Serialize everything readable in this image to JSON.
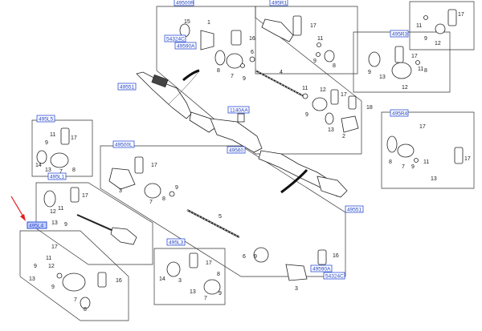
{
  "diagram": {
    "refs": {
      "r_49500r": "49500R",
      "r_49551_a": "49551",
      "r_54324c_a": "54324C",
      "r_49590a_a": "49590A",
      "r_495r1": "495R1",
      "r_495r3": "495R3",
      "r_495r4": "495R4",
      "r_1140aa": "1140AA",
      "r_49560": "49560",
      "r_495l5": "495L5",
      "r_49500l": "49500L",
      "r_495l1": "495L1",
      "r_495l4": "495L4",
      "r_495l3": "495L3",
      "r_49590a_b": "49590A",
      "r_54324c_b": "54324C",
      "r_49551_b": "49551"
    },
    "parts": {
      "p1": "1",
      "p2": "2",
      "p3": "3",
      "p4": "4",
      "p5": "5",
      "p6": "6",
      "p7": "7",
      "p8": "8",
      "p9": "9",
      "p11": "11",
      "p12": "12",
      "p13": "13",
      "p14": "14",
      "p15": "15",
      "p16": "16",
      "p17": "17",
      "p18": "18"
    },
    "selected_ref": "495L4",
    "colors": {
      "ref_text": "#1f3fbf",
      "ref_border": "#2b4fd8",
      "selected_fill": "#c6d1ff",
      "arrow": "#e02020"
    }
  }
}
